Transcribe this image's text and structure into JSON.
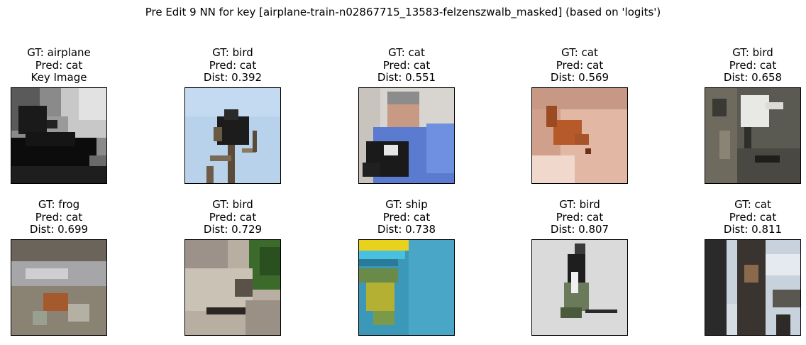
{
  "figure": {
    "title": "Pre Edit 9 NN for key [airplane-train-n02867715_13583-felzenszwalb_masked] (based on 'logits')"
  },
  "panels": [
    {
      "gt": "GT: airplane",
      "pred": "Pred: cat",
      "extra": "Key Image"
    },
    {
      "gt": "GT: bird",
      "pred": "Pred: cat",
      "extra": "Dist: 0.392"
    },
    {
      "gt": "GT: cat",
      "pred": "Pred: cat",
      "extra": "Dist: 0.551"
    },
    {
      "gt": "GT: cat",
      "pred": "Pred: cat",
      "extra": "Dist: 0.569"
    },
    {
      "gt": "GT: bird",
      "pred": "Pred: cat",
      "extra": "Dist: 0.658"
    },
    {
      "gt": "GT: frog",
      "pred": "Pred: cat",
      "extra": "Dist: 0.699"
    },
    {
      "gt": "GT: bird",
      "pred": "Pred: cat",
      "extra": "Dist: 0.729"
    },
    {
      "gt": "GT: ship",
      "pred": "Pred: cat",
      "extra": "Dist: 0.738"
    },
    {
      "gt": "GT: bird",
      "pred": "Pred: cat",
      "extra": "Dist: 0.807"
    },
    {
      "gt": "GT: cat",
      "pred": "Pred: cat",
      "extra": "Dist: 0.811"
    }
  ]
}
